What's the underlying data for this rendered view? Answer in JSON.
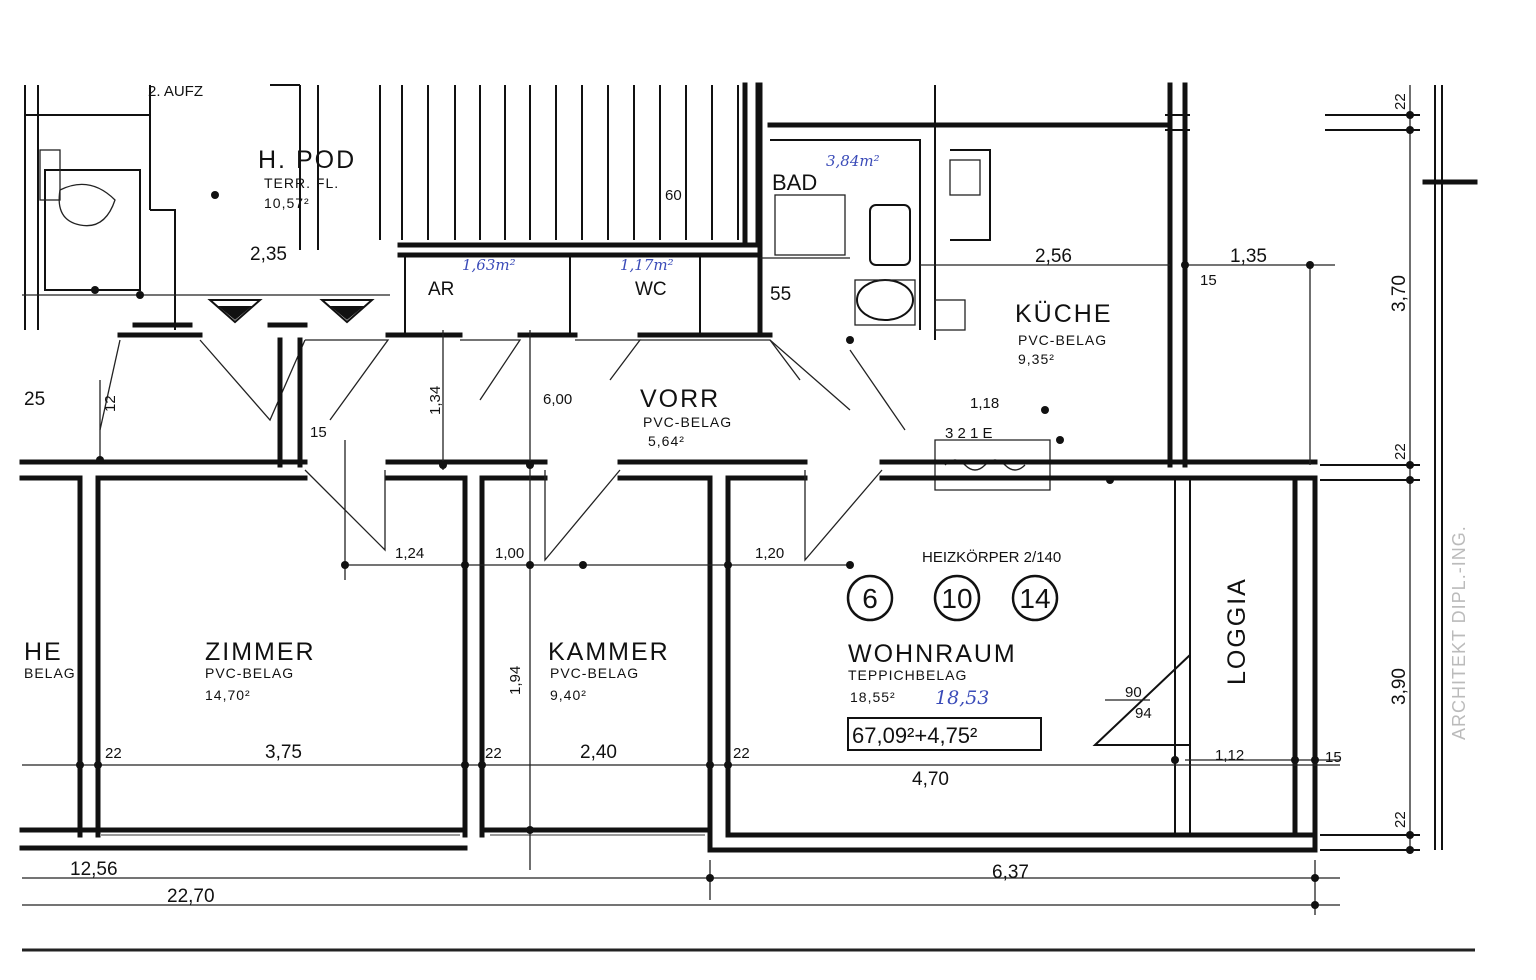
{
  "rooms": {
    "zimmer": {
      "name": "ZIMMER",
      "finish": "PVC-BELAG",
      "area": "14,70²"
    },
    "kammer": {
      "name": "KAMMER",
      "finish": "PVC-BELAG",
      "area": "9,40²"
    },
    "wohnraum": {
      "name": "WOHNRAUM",
      "finish": "TEPPICHBELAG",
      "area": "18,55²",
      "area_handwritten": "18,53"
    },
    "kueche": {
      "name": "KÜCHE",
      "finish": "PVC-BELAG",
      "area": "9,35²"
    },
    "vorr": {
      "name": "VORR",
      "finish": "PVC-BELAG",
      "area": "5,64²"
    },
    "bad": {
      "name": "BAD",
      "area_handwritten": "3,84m²"
    },
    "loggia": {
      "name": "LOGGIA"
    },
    "hpod": {
      "name": "H. POD",
      "finish": "TERR. FL.",
      "area": "10,57²"
    },
    "partial": {
      "name": "HE",
      "finish": "BELAG"
    },
    "ar": {
      "name": "AR",
      "area_handwritten": "1,63m²"
    },
    "wc": {
      "name": "WC",
      "area_handwritten": "1,17m²"
    }
  },
  "badges": [
    "6",
    "10",
    "14"
  ],
  "total_area": "67,09²+4,75²",
  "labels": {
    "heizung": "HEIZKÖRPER 2/140",
    "kitchen_row": "3 2 1 E",
    "floor_label": "2. AUFZ"
  },
  "dimensions": {
    "d_375": "3,75",
    "d_240": "2,40",
    "d_470": "4,70",
    "d_637": "6,37",
    "d_1256": "12,56",
    "d_2270": "22,70",
    "d_256": "2,56",
    "d_135": "1,35",
    "d_370": "3,70",
    "d_390": "3,90",
    "d_22a": "22",
    "d_22b": "22",
    "d_22c": "22",
    "d_22d": "22",
    "d_22e": "22",
    "d_22f": "22",
    "d_124": "1,24",
    "d_100": "1,00",
    "d_120": "1,20",
    "d_600": "6,00",
    "d_134": "1,34",
    "d_112": "1,12",
    "d_15a": "15",
    "d_15b": "15",
    "d_25": "25",
    "d_235": "2,35",
    "d_55": "55",
    "d_118": "1,18",
    "d_90": "90",
    "d_94": "94",
    "d_60": "60",
    "d_194": "1,94",
    "d_15c": "15",
    "d_12": "12"
  },
  "stamp": "ARCHITEKT DIPL.-ING."
}
